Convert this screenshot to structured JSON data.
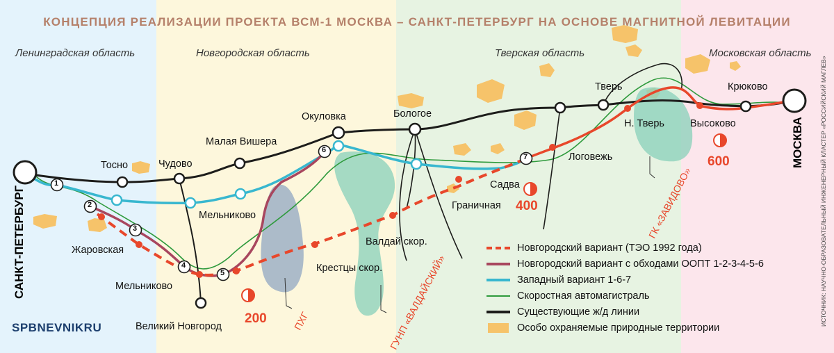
{
  "title": "КОНЦЕПЦИЯ РЕАЛИЗАЦИИ ПРОЕКТА ВСМ-1 МОСКВА – САНКТ-ПЕТЕРБУРГ НА ОСНОВЕ МАГНИТНОЙ ЛЕВИТАЦИИ",
  "regions": [
    "Ленинградская область",
    "Новгородская область",
    "Тверская область",
    "Московская область"
  ],
  "colors": {
    "region_leningrad": "#e4f3fc",
    "region_novgorod": "#fdf7dc",
    "region_tver": "#e7f3e2",
    "region_moscow": "#fce6ec",
    "novgorod_variant": "#e8472b",
    "novgorod_bypass": "#a8465e",
    "western_variant": "#38b7cf",
    "highway": "#2e9a3c",
    "railway": "#1d1d1b",
    "protected": "#f6c36a",
    "reserve_gray": "#9eb0c6",
    "reserve_green": "#8fd2bd"
  },
  "endpoints": {
    "spb": "САНКТ-ПЕТЕРБУРГ",
    "moscow": "МОСКВА"
  },
  "stations": {
    "tosno": "Тосно",
    "chudovo": "Чудово",
    "malaya_vishera": "Малая Вишера",
    "okulovka": "Окуловка",
    "bologoe": "Бологое",
    "tver": "Тверь",
    "kryukovo": "Крюково",
    "n_tver": "Н. Тверь",
    "vysokovo": "Высоково",
    "logovezh": "Логовежь",
    "sadva": "Садва",
    "granichnaya": "Граничная",
    "valday": "Валдай скор.",
    "kresttsy": "Крестцы скор.",
    "melnikovo_west": "Мельниково",
    "melnikovo_south": "Мельниково",
    "zharovskaya": "Жаровская",
    "veliky_novgorod": "Великий Новгород"
  },
  "points": [
    "1",
    "2",
    "3",
    "4",
    "5",
    "6",
    "7"
  ],
  "costs": {
    "c200": "200",
    "c400": "400",
    "c600": "600"
  },
  "protected_areas": {
    "phg": "ПХГ",
    "gunp": "ГУНП «ВАЛДАЙСКИЙ»",
    "zavidovo": "ГК «ЗАВИДОВО»"
  },
  "legend": [
    {
      "key": "novgorod_variant",
      "label": "Новгородский вариант (ТЭО 1992 года)"
    },
    {
      "key": "novgorod_bypass",
      "label": "Новгородский вариант с обходами ООПТ 1-2-3-4-5-6"
    },
    {
      "key": "western_variant",
      "label": "Западный вариант 1-6-7"
    },
    {
      "key": "highway",
      "label": "Скоростная автомагистраль"
    },
    {
      "key": "railway",
      "label": "Существующие ж/д линии"
    },
    {
      "key": "protected",
      "label": "Особо охраняемые природные территории"
    }
  ],
  "logo": "SPBNEVNIKRU",
  "source": "ИСТОЧНИК: НАУЧНО-ОБРАЗОВАТЕЛЬНЫЙ ИНЖЕНЕРНЫЙ КЛАСТЕР «РОССИЙСКИЙ МАГЛЕВ»"
}
